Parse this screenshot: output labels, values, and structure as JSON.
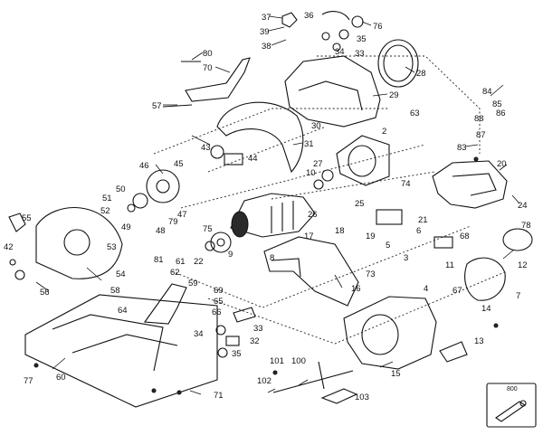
{
  "diagram": {
    "callouts": [
      "37",
      "36",
      "76",
      "39",
      "35",
      "38",
      "34",
      "33",
      "80",
      "70",
      "28",
      "29",
      "57",
      "84",
      "85",
      "63",
      "86",
      "88",
      "30",
      "87",
      "2",
      "31",
      "83",
      "43",
      "44",
      "45",
      "46",
      "27",
      "10",
      "20",
      "50",
      "51",
      "52",
      "74",
      "25",
      "26",
      "24",
      "21",
      "47",
      "49",
      "48",
      "79",
      "53",
      "55",
      "75",
      "9",
      "18",
      "17",
      "19",
      "6",
      "68",
      "78",
      "22",
      "81",
      "42",
      "61",
      "62",
      "8",
      "5",
      "3",
      "73",
      "12",
      "54",
      "58",
      "59",
      "69",
      "65",
      "16",
      "4",
      "11",
      "7",
      "56",
      "64",
      "66",
      "67",
      "14",
      "33",
      "34",
      "32",
      "35",
      "13",
      "60",
      "101",
      "100",
      "77",
      "102",
      "103",
      "15",
      "71"
    ],
    "inset": {
      "label": "800"
    }
  }
}
